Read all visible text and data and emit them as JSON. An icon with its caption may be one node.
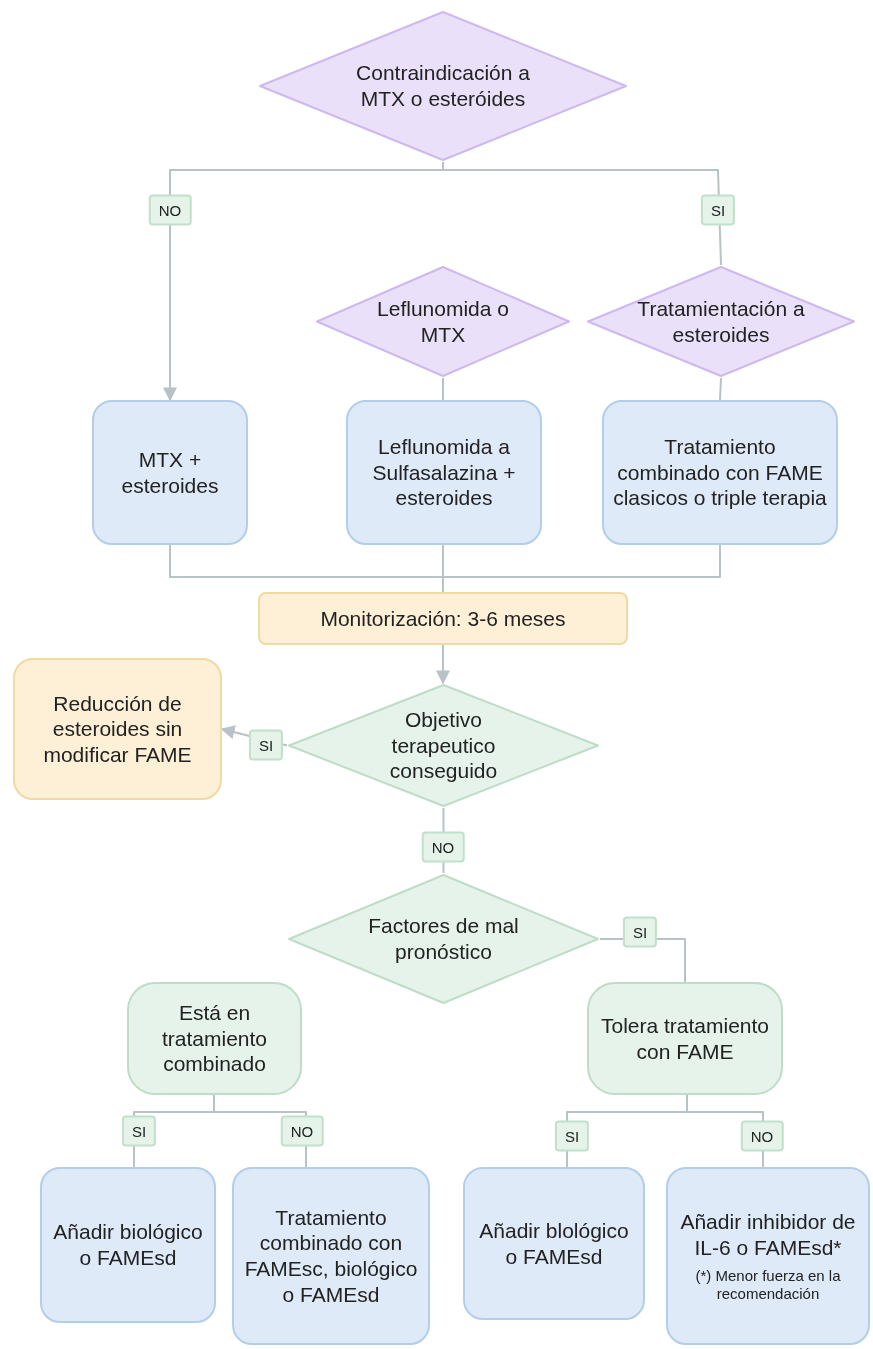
{
  "diagram": {
    "nodes": [
      {
        "text": [
          "Contraindicación a MTX o esteróides"
        ]
      },
      {
        "text": [
          "Leflunomida o MTX"
        ]
      },
      {
        "text": [
          "Tratamientación a esteroides"
        ]
      },
      {
        "text": [
          "MTX + esteroides"
        ]
      },
      {
        "text": [
          "Leflunomida a Sulfasalazina + esteroides"
        ]
      },
      {
        "text": [
          "Tratamiento combinado con FAME clasicos o triple terapia"
        ]
      },
      {
        "text": [
          "Monitorización: 3-6 meses"
        ]
      },
      {
        "text": [
          "Reducción de esteroides sin modificar FAME"
        ]
      },
      {
        "text": [
          "Objetivo terapeutico conseguido"
        ]
      },
      {
        "text": [
          "Factores de mal pronóstico"
        ]
      },
      {
        "text": [
          "Está en tratamiento combinado"
        ]
      },
      {
        "text": [
          "Tolera tratamiento con FAME"
        ]
      },
      {
        "text": [
          "Añadir biológico o FAMEsd"
        ]
      },
      {
        "text": [
          "Tratamiento combinado con FAMEsc, biológico o FAMEsd"
        ]
      },
      {
        "text": [
          "Añadir blológico o FAMEsd"
        ]
      },
      {
        "text": [
          "Añadir inhibidor de IL-6 o FAMEsd*",
          "(*) Menor fuerza en la recomendación"
        ]
      }
    ],
    "edges": [
      {
        "from": 0,
        "to": 3,
        "arrow": "to",
        "label": "NO"
      },
      {
        "from": 0,
        "to": 2,
        "arrow": "none",
        "label": "SI"
      },
      {
        "from": 1,
        "to": 4,
        "arrow": "none"
      },
      {
        "from": 2,
        "to": 5,
        "arrow": "none"
      },
      {
        "from": 3,
        "to": 6,
        "arrow": "none"
      },
      {
        "from": 4,
        "to": 6,
        "arrow": "none"
      },
      {
        "from": 5,
        "to": 6,
        "arrow": "none"
      },
      {
        "from": 6,
        "to": 8,
        "arrow": "to"
      },
      {
        "from": 8,
        "to": 7,
        "arrow": "to",
        "label": "SI"
      },
      {
        "from": 8,
        "to": 9,
        "arrow": "none",
        "label": "NO"
      },
      {
        "from": 9,
        "to": 11,
        "arrow": "none",
        "label": "SI"
      },
      {
        "from": 10,
        "to": 12,
        "arrow": "none",
        "label": "SI"
      },
      {
        "from": 10,
        "to": 13,
        "arrow": "none",
        "label": "NO"
      },
      {
        "from": 11,
        "to": 14,
        "arrow": "none",
        "label": "SI"
      },
      {
        "from": 11,
        "to": 15,
        "arrow": "none",
        "label": "NO"
      }
    ]
  }
}
